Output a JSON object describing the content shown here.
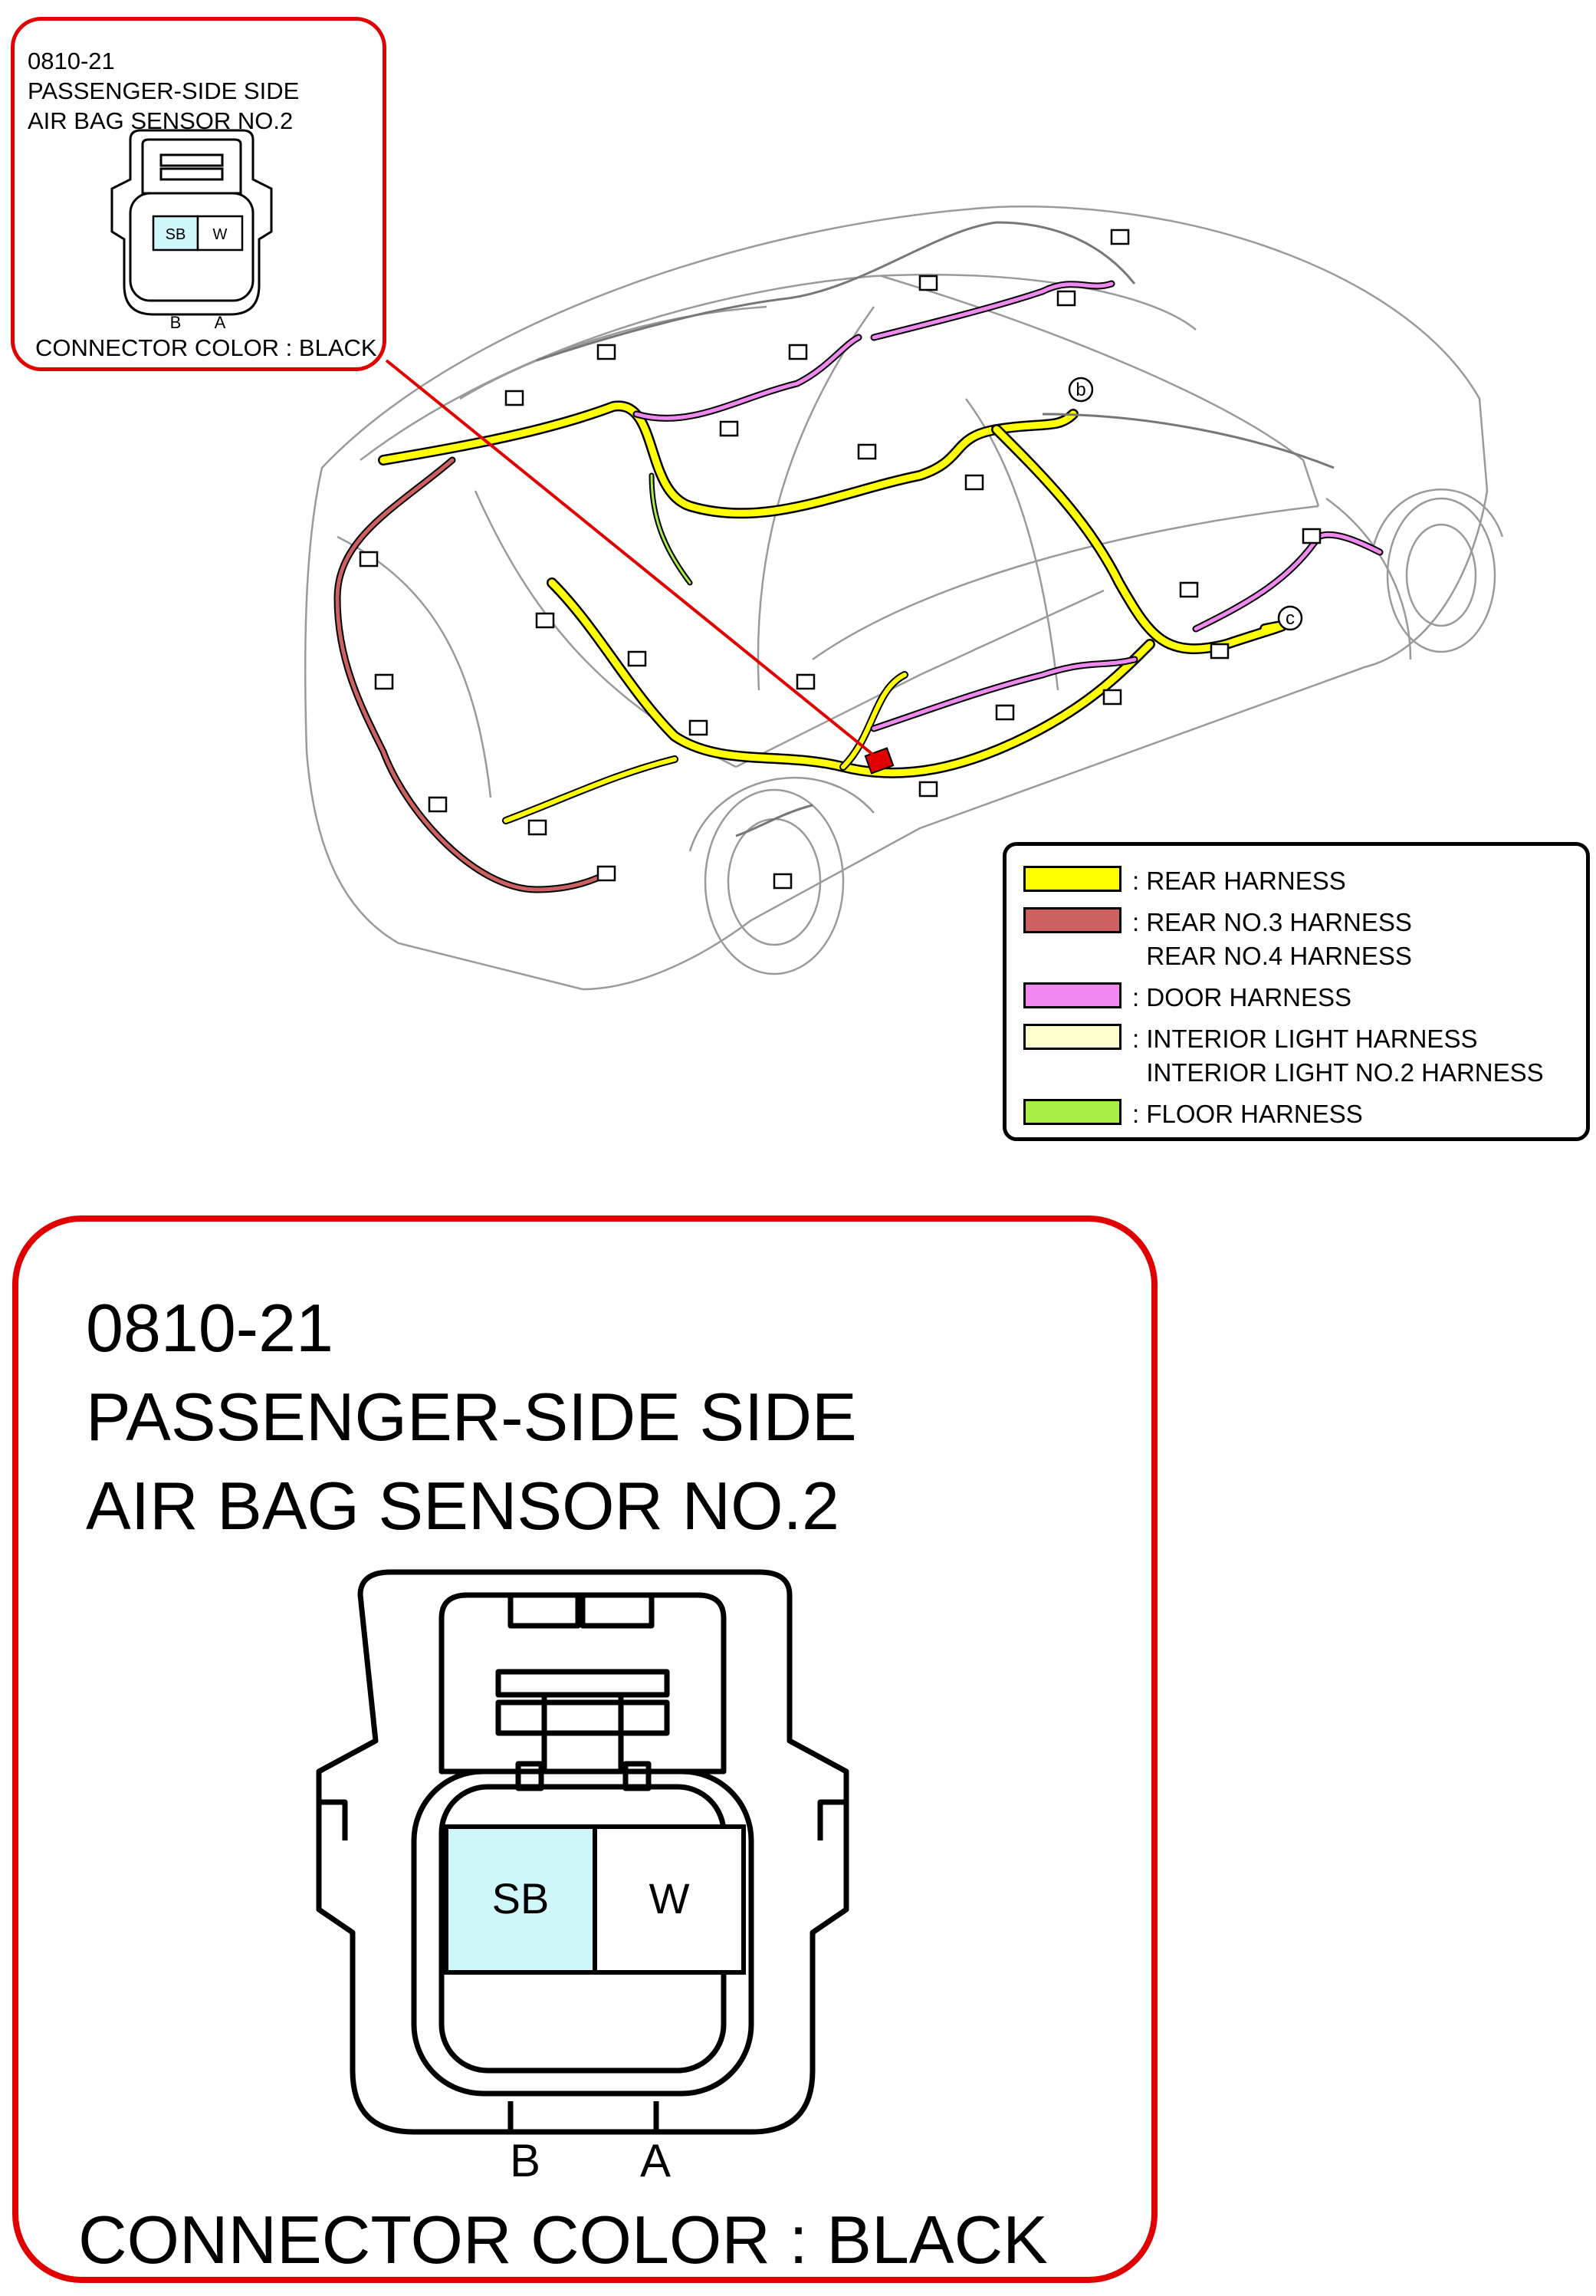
{
  "small_label": {
    "code": "0810-21",
    "name_line1": "PASSENGER-SIDE SIDE",
    "name_line2": "AIR BAG SENSOR NO.2",
    "connector_color": "CONNECTOR COLOR : BLACK"
  },
  "big_label": {
    "code": "0810-21",
    "name_line1": "PASSENGER-SIDE SIDE",
    "name_line2": "AIR BAG SENSOR NO.2",
    "connector_color": "CONNECTOR COLOR : BLACK"
  },
  "connector": {
    "pins": [
      {
        "wire": "SB",
        "terminal": "B",
        "fill": "#cff6f9"
      },
      {
        "wire": "W",
        "terminal": "A",
        "fill": "#ffffff"
      }
    ]
  },
  "callouts": {
    "b": "b",
    "c": "c"
  },
  "legend": [
    {
      "label": ": REAR HARNESS",
      "color": "#ffff00"
    },
    {
      "label": ": REAR NO.3 HARNESS\n  REAR NO.4 HARNESS",
      "color": "#cd6060"
    },
    {
      "label": ": DOOR HARNESS",
      "color": "#ef88ef"
    },
    {
      "label": ": INTERIOR LIGHT HARNESS\n  INTERIOR LIGHT NO.2 HARNESS",
      "color": "#ffffcc"
    },
    {
      "label": ": FLOOR HARNESS",
      "color": "#a8ee44"
    }
  ],
  "colors": {
    "callout_red": "#e00000",
    "highlight_connector": "#e00000"
  }
}
